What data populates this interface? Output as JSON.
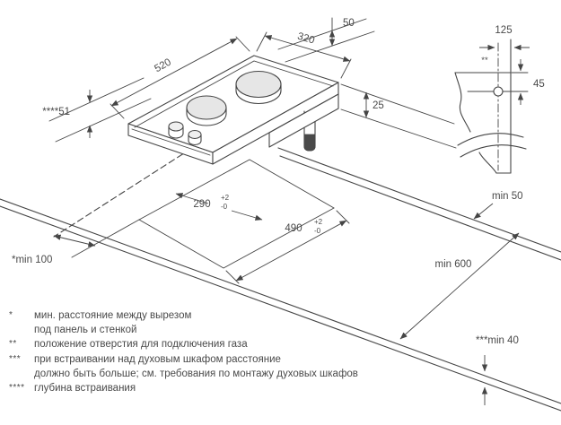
{
  "cooktop": {
    "dim_width": "520",
    "dim_depth": "320",
    "dim_back_offset": "50",
    "dim_box_depth": "25",
    "dim_embed_depth": "****51"
  },
  "cutout": {
    "dim_width": "290",
    "dim_length": "490",
    "tol_plus": "+2",
    "tol_minus": "-0"
  },
  "gas_detail": {
    "dim_horizontal": "125",
    "dim_vertical": "45",
    "marker": "**"
  },
  "clearances": {
    "back": "min 50",
    "counter_depth": "min 600",
    "wall": "*min 100",
    "thickness": "***min 40"
  },
  "footnotes": [
    {
      "marker": "*",
      "text": "мин. расстояние между вырезом"
    },
    {
      "marker": "",
      "text": "под панель и стенкой"
    },
    {
      "marker": "**",
      "text": "положение отверстия для подключения газа"
    },
    {
      "marker": "***",
      "text": "при встраивании над духовым шкафом расстояние"
    },
    {
      "marker": "",
      "text": "должно быть больше; см. требования по монтажу духовых шкафов"
    },
    {
      "marker": "****",
      "text": "глубина встраивания"
    }
  ],
  "colors": {
    "line": "#454545",
    "text": "#4a4a4a",
    "burner": "#e6e6e6",
    "pipe_band": "#4a4a4a",
    "background": "#ffffff"
  }
}
